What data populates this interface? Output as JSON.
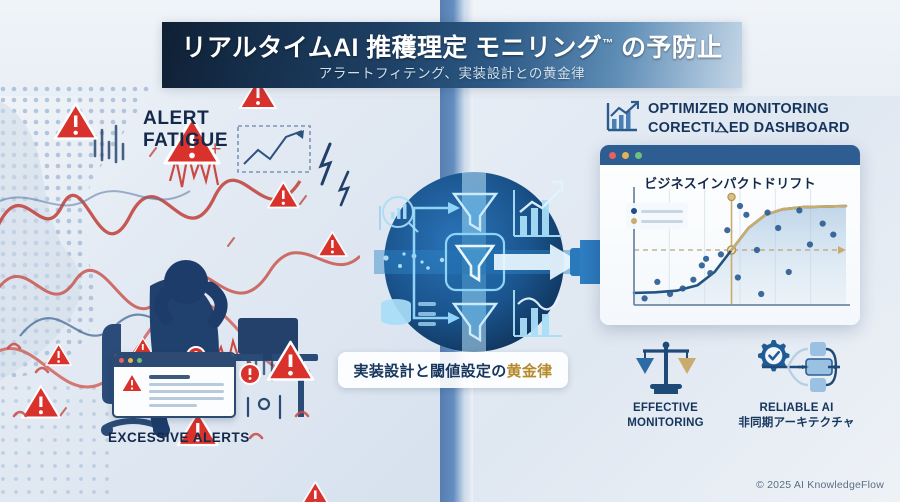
{
  "header": {
    "title_main": "リアルタイムAI 推穫理定 モニリング",
    "title_tm": "™",
    "title_tail": "の予防止",
    "subtitle": "アラートフィテング、実装設計との黄金律",
    "gradient_dark": "#0f2034",
    "gradient_light": "#c4d6e6"
  },
  "left": {
    "headline_line1": "ALERT",
    "headline_line2": "FATIGUE",
    "caption": "EXCESSIVE ALERTS",
    "alert_color": "#d9322c",
    "trend_color": "#c0504d",
    "figure_color": "#23416b",
    "notification": {
      "name": "alert-notification-card",
      "dots": [
        "#e8625c",
        "#e9b44c",
        "#6bbf7b"
      ],
      "line_count": 5
    },
    "warning_icon_count": 11
  },
  "center": {
    "badge_text": "実装設計と閾値設定の",
    "badge_highlight": "黄金律",
    "badge_gold": "#b58a2b",
    "disc_color_outer": "#123e6b",
    "disc_color_inner": "#1f5c96",
    "funnel_count": 3,
    "arrow_color": "#2166ae"
  },
  "right": {
    "heading_line1": "OPTIMIZED MONITORING",
    "heading_line2": "CORECTIⲆED DASHBOARD",
    "window": {
      "dots": [
        "#e8625c",
        "#e3b05a",
        "#6fbf7f"
      ],
      "chart_title": "ビジネスインパクトドリフト"
    },
    "concepts": [
      {
        "id": "effective-monitoring",
        "icon": "scales-icon",
        "line1": "EFFECTIVE",
        "line2": "MONITORING"
      },
      {
        "id": "reliable-ai",
        "icon": "workflow-gear-icon",
        "line1": "RELIABLE AI",
        "line2": "非同期アーキテクチャ"
      }
    ]
  },
  "chart_data": {
    "type": "line",
    "title": "ビジネスインパクトドリフト",
    "xlabel": "",
    "ylabel": "",
    "xlim": [
      0,
      10
    ],
    "ylim": [
      0,
      10
    ],
    "grid": true,
    "legend_position": "top-left",
    "threshold_line_y": 5.0,
    "marker_x": 4.6,
    "series": [
      {
        "name": "s-curve-lower",
        "color": "#23527c",
        "x": [
          0,
          1,
          2,
          3,
          3.8,
          4.6,
          5.4,
          6.2,
          7,
          8,
          9,
          10
        ],
        "values": [
          1.1,
          1.15,
          1.3,
          1.8,
          3.0,
          5.0,
          7.0,
          8.2,
          8.7,
          8.9,
          8.95,
          9.0
        ]
      },
      {
        "name": "s-curve-upper",
        "color": "#c9ab6d",
        "x": [
          4.6,
          5.4,
          6.2,
          7,
          8,
          9,
          10
        ],
        "values": [
          5.0,
          7.0,
          8.2,
          8.7,
          8.9,
          8.95,
          9.0
        ]
      }
    ],
    "scatter": {
      "name": "data-points",
      "color": "#2c5d92",
      "x": [
        0.5,
        1.1,
        1.7,
        2.3,
        2.8,
        3.2,
        3.6,
        4.1,
        4.4,
        4.9,
        5.3,
        5.8,
        6.3,
        6.8,
        7.3,
        7.8,
        8.3,
        8.9,
        9.4,
        5.0,
        3.4,
        6.0
      ],
      "values": [
        0.6,
        2.1,
        1.0,
        1.5,
        2.3,
        3.6,
        2.9,
        4.6,
        6.8,
        2.5,
        8.2,
        5.0,
        8.4,
        7.0,
        3.0,
        8.6,
        5.5,
        7.4,
        6.4,
        9.0,
        4.2,
        1.0
      ]
    }
  },
  "footer": {
    "copyright": "© 2025 AI KnowledgeFlow"
  }
}
